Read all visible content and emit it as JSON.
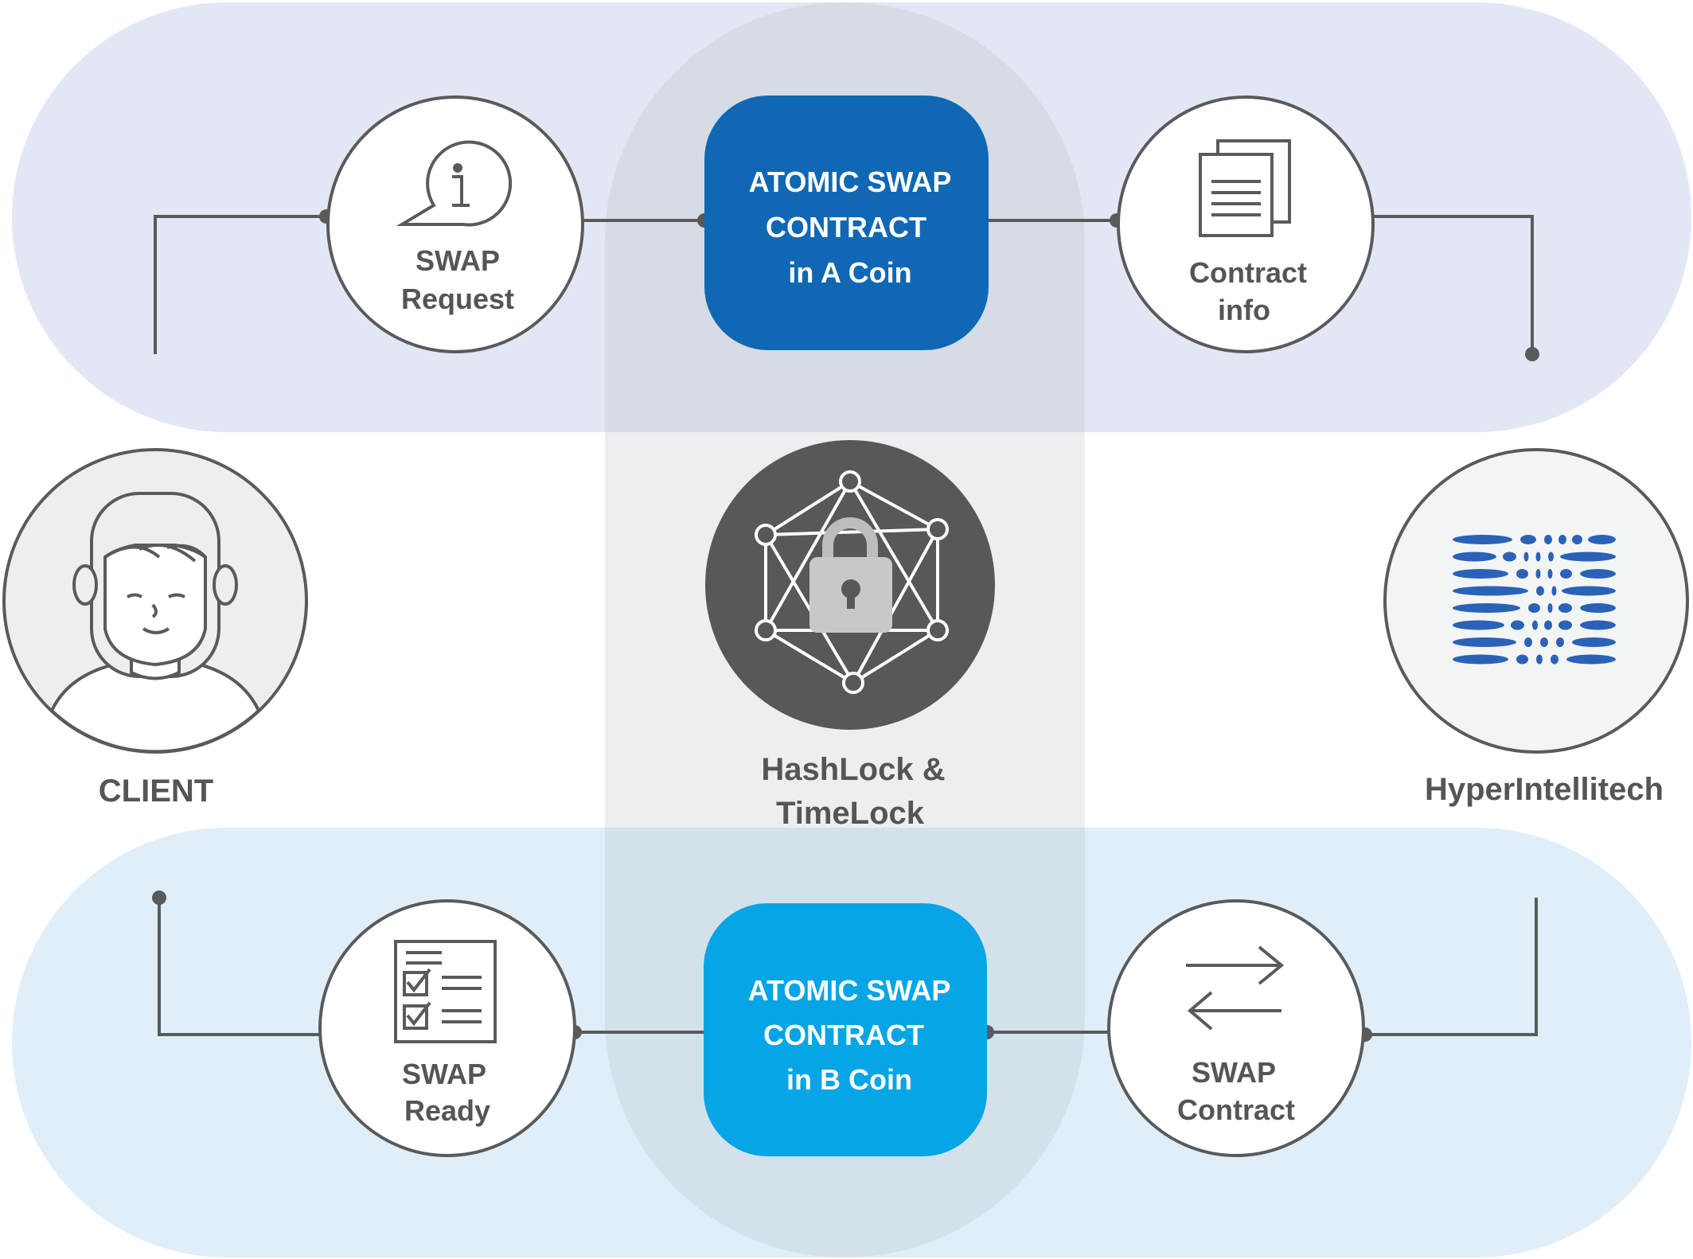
{
  "nodes": {
    "swap_request": {
      "line1": "SWAP",
      "line2": "Request"
    },
    "contract_a": {
      "line1": "ATOMIC SWAP",
      "line2": "CONTRACT",
      "line3": "in A Coin"
    },
    "contract_info": {
      "line1": "Contract",
      "line2": "info"
    },
    "hashlock": {
      "line1": "HashLock &",
      "line2": "TimeLock"
    },
    "swap_ready": {
      "line1": "SWAP",
      "line2": "Ready"
    },
    "contract_b": {
      "line1": "ATOMIC SWAP",
      "line2": "CONTRACT",
      "line3": "in B Coin"
    },
    "swap_contract": {
      "line1": "SWAP",
      "line2": "Contract"
    }
  },
  "actors": {
    "client": "CLIENT",
    "provider": "HyperIntellitech"
  },
  "colors": {
    "top_band": "#e3e7f5",
    "bottom_band": "#dfeef9",
    "center_column": "#d0d6df",
    "contract_a": "#1068b4",
    "contract_b": "#05a5e6",
    "hashlock_circle": "#585858",
    "line": "#5a5a5a",
    "text": "#555555",
    "brand_blue": "#2a62b8"
  }
}
